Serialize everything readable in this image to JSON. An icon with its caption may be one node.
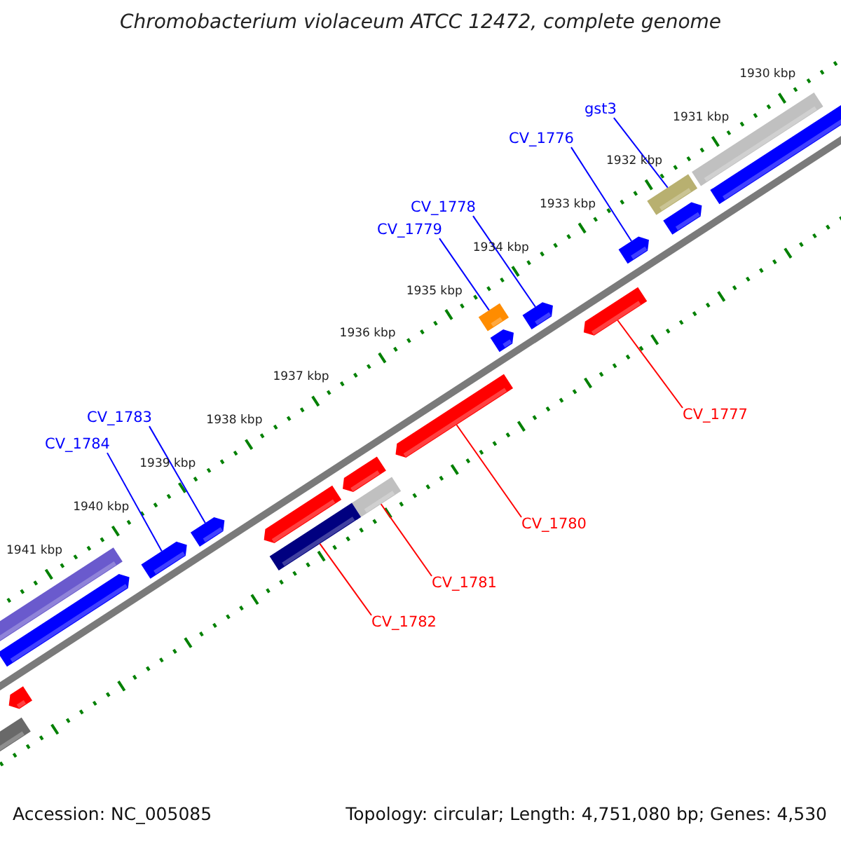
{
  "diagram": {
    "title": "Chromobacterium violaceum ATCC 12472, complete genome",
    "nodes": [
      {
        "text": [
          "gst3"
        ]
      },
      {
        "text": [
          "CV_1776"
        ]
      },
      {
        "text": [
          "CV_1778"
        ]
      },
      {
        "text": [
          "CV_1779"
        ]
      },
      {
        "text": [
          "CV_1777"
        ]
      },
      {
        "text": [
          "CV_1783"
        ]
      },
      {
        "text": [
          "CV_1780"
        ]
      },
      {
        "text": [
          "CV_1784"
        ]
      },
      {
        "text": [
          "CV_1781"
        ]
      },
      {
        "text": [
          "CV_1782"
        ]
      },
      {
        "text": [],
        "shape": "bar"
      },
      {
        "text": [],
        "shape": "bar"
      },
      {
        "text": [],
        "shape": "bar"
      },
      {
        "text": [],
        "shape": "bar"
      },
      {
        "text": [],
        "shape": "bar"
      },
      {
        "text": [],
        "shape": "bar"
      },
      {
        "text": [],
        "shape": "bar"
      },
      {
        "text": [],
        "shape": "bar"
      },
      {
        "text": [],
        "shape": "bar"
      },
      {
        "text": [],
        "shape": "bar"
      },
      {
        "text": [],
        "shape": "bar"
      },
      {
        "text": [],
        "shape": "bar"
      },
      {
        "text": [],
        "shape": "bar"
      },
      {
        "text": [],
        "shape": "bar"
      },
      {
        "text": [],
        "shape": "bar"
      },
      {
        "text": [],
        "shape": "bar"
      },
      {
        "text": [],
        "shape": "bar"
      },
      {
        "text": [],
        "shape": "bar"
      },
      {
        "text": [],
        "shape": "bar"
      },
      {
        "text": [],
        "shape": "bar"
      }
    ],
    "edges": [
      {
        "from": 0,
        "to": 12,
        "arrow": "none"
      },
      {
        "from": 1,
        "to": 14,
        "arrow": "none"
      },
      {
        "from": 2,
        "to": 17,
        "arrow": "none"
      },
      {
        "from": 3,
        "to": 16,
        "arrow": "none"
      },
      {
        "from": 4,
        "to": 15,
        "arrow": "none",
        "color": "#ff0000"
      },
      {
        "from": 5,
        "to": 23,
        "arrow": "none"
      },
      {
        "from": 6,
        "to": 19,
        "arrow": "none",
        "color": "#ff0000"
      },
      {
        "from": 7,
        "to": 25,
        "arrow": "none"
      },
      {
        "from": 8,
        "to": 21,
        "arrow": "none",
        "color": "#ff0000"
      },
      {
        "from": 9,
        "to": 24,
        "arrow": "none",
        "color": "#ff0000"
      }
    ],
    "labels": [
      "1930 kbp",
      "1931 kbp",
      "1932 kbp",
      "1933 kbp",
      "1934 kbp",
      "1935 kbp",
      "1936 kbp",
      "1937 kbp",
      "1938 kbp",
      "1939 kbp",
      "1940 kbp",
      "1941 kbp",
      "Accession: NC_005085",
      "Topology: circular; Length: 4,751,080 bp; Genes: 4,530"
    ]
  }
}
